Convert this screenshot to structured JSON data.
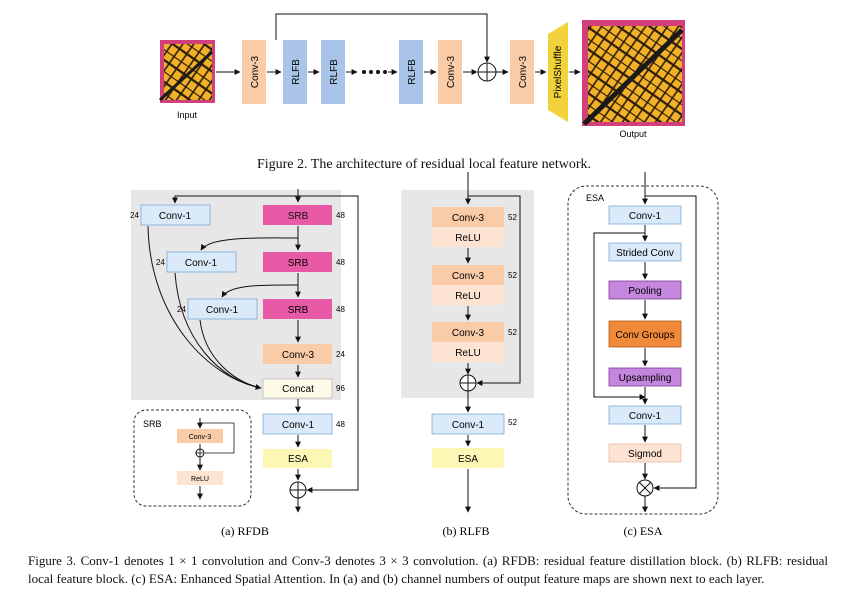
{
  "figure2": {
    "input_label": "Input",
    "output_label": "Output",
    "conv3": "Conv-3",
    "rlfb": "RLFB",
    "pixelshuffle": "PixelShuffle",
    "caption": "Figure 2. The architecture of residual local feature network."
  },
  "rfdb": {
    "conv1": "Conv-1",
    "srb": "SRB",
    "conv3": "Conv-3",
    "concat": "Concat",
    "esa": "ESA",
    "ch24": "24",
    "ch48": "48",
    "ch96": "96",
    "srb_inset_title": "SRB",
    "srb_inset_conv": "Conv-3",
    "srb_inset_relu": "ReLU",
    "sublabel": "(a) RFDB"
  },
  "rlfb": {
    "conv3": "Conv-3",
    "relu": "ReLU",
    "conv1": "Conv-1",
    "esa": "ESA",
    "ch52": "52",
    "sublabel": "(b) RLFB"
  },
  "esa": {
    "title": "ESA",
    "conv1": "Conv-1",
    "strided": "Strided Conv",
    "pooling": "Pooling",
    "groups": "Conv Groups",
    "upsampling": "Upsampling",
    "sigmod": "Sigmod",
    "sublabel": "(c) ESA"
  },
  "caption3": "Figure 3. Conv-1 denotes 1 × 1 convolution and Conv-3 denotes 3 × 3 convolution. (a) RFDB: residual feature distillation block. (b) RLFB: residual local feature block. (c) ESA: Enhanced Spatial Attention. In (a) and (b) channel numbers of output feature maps are shown next to each layer.",
  "colors": {
    "conv3": "#f9cba6",
    "rlfb": "#a9c4e8",
    "pixelshuffle": "#f2d23a",
    "conv1": "#dbeaf8",
    "srb": "#e95aa6",
    "esa_yellow": "#fdf7b6",
    "relu": "#fde4d2",
    "pooling": "#c586dd",
    "groups": "#f08a3a",
    "gray_panel": "#e7e7e7"
  }
}
